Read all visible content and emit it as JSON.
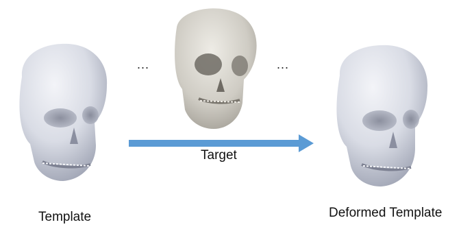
{
  "labels": {
    "template": "Template",
    "target": "Target",
    "deformed": "Deformed Template",
    "ellipsis_left": "...",
    "ellipsis_right": "..."
  },
  "colors": {
    "arrow": "#5b9bd5",
    "skull_light": "#e9ebf1",
    "skull_mid": "#c9cdd8",
    "skull_dark": "#8e93a3",
    "target_skull": "#c8c6c0"
  },
  "icons": {
    "template_skull": "skull-icon",
    "target_skull": "skull-icon",
    "deformed_skull": "skull-icon",
    "arrow": "right-arrow-icon"
  }
}
